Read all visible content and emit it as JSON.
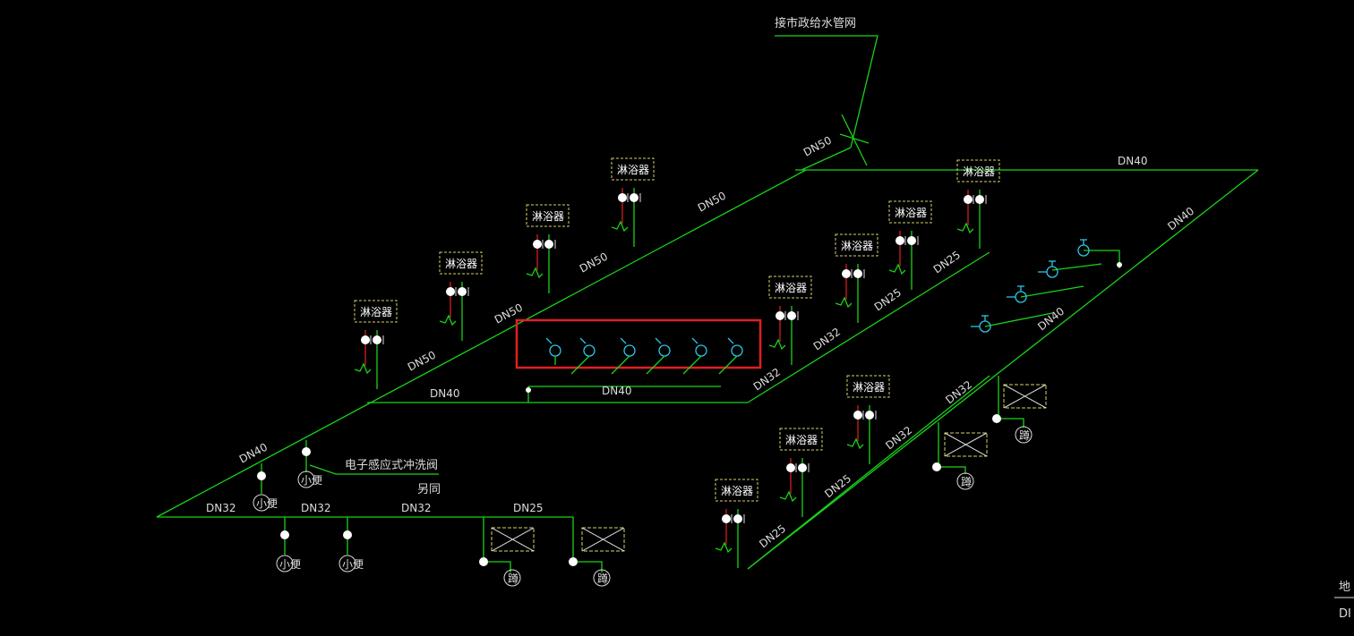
{
  "title": "接市政给水管网",
  "fixture_label": "淋浴器",
  "flush_note": "电子感应式冲洗阀",
  "flush_note_2": "另同",
  "squat_label": "蹲",
  "urinal_label": "小便",
  "corner_text_1": "地",
  "corner_text_2": "DI",
  "pipe_labels": {
    "dn50_inlet": "DN50",
    "dn40_top": "DN40",
    "dn40_right": "DN40",
    "dn50_a": "DN50",
    "dn50_b": "DN50",
    "dn50_c": "DN50",
    "dn50_d": "DN50",
    "dn40_mid_left": "DN40",
    "dn40_mid": "DN40",
    "dn32_mid": "DN32",
    "dn32_mid_b": "DN32",
    "dn25_a": "DN25",
    "dn25_b": "DN25",
    "dn40_right_mid": "DN40",
    "dn32_right": "DN32",
    "dn32_lower": "DN32",
    "dn25_lower_a": "DN25",
    "dn25_lower_b": "DN25",
    "dn40_left": "DN40",
    "dn32_bottom_a": "DN32",
    "dn32_bottom_b": "DN32",
    "dn32_bottom_c": "DN32",
    "dn25_bottom": "DN25"
  },
  "colors": {
    "background": "#000000",
    "pipe": "#19d219",
    "riser_hot": "#d22020",
    "faucet": "#2ec4e8",
    "highlight": "#e02020",
    "label_box": "#d8d06a"
  }
}
